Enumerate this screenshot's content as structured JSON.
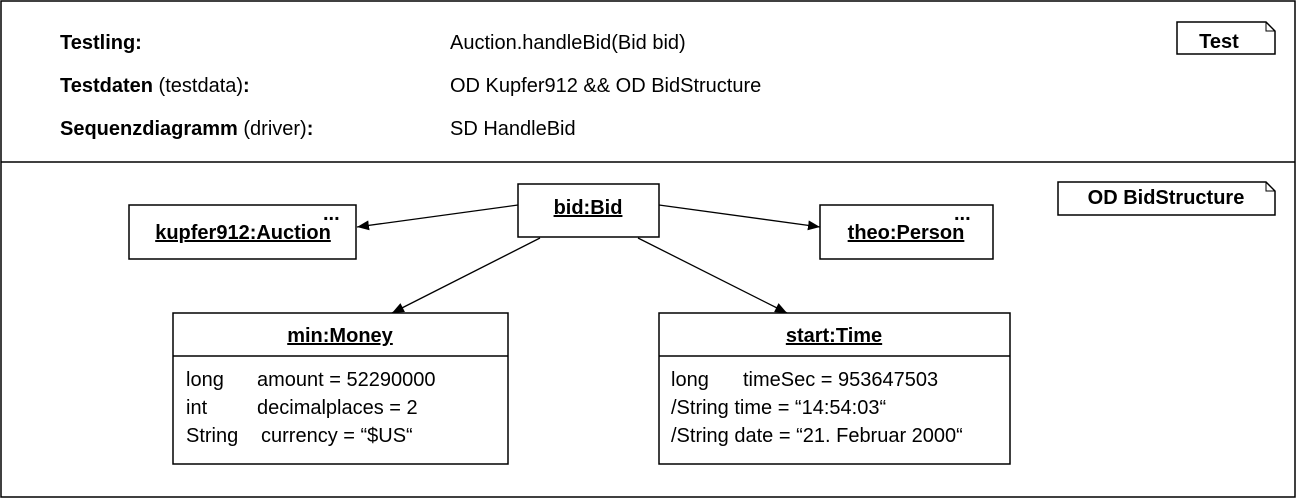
{
  "test_header": {
    "testling_label": "Testling:",
    "testling_value": "Auction.handleBid(Bid bid)",
    "testdaten_label": "Testdaten",
    "testdaten_paren": "(testdata)",
    "testdaten_colon": ":",
    "testdaten_value": "OD Kupfer912 && OD BidStructure",
    "sequenz_label": "Sequenzdiagramm",
    "sequenz_paren": "(driver)",
    "sequenz_colon": ":",
    "sequenz_value": "SD HandleBid",
    "tag": "Test"
  },
  "object_diagram": {
    "tag": "OD BidStructure",
    "objects": {
      "bid": {
        "name": "bid:Bid"
      },
      "auction": {
        "name": "kupfer912:Auction",
        "ellipsis": "..."
      },
      "person": {
        "name": "theo:Person",
        "ellipsis": "..."
      },
      "money": {
        "name": "min:Money",
        "attributes": [
          {
            "type": "long",
            "decl": "amount = 52290000"
          },
          {
            "type": "int",
            "decl": "decimalplaces = 2"
          },
          {
            "type": "String",
            "decl": "currency = “$US“"
          }
        ]
      },
      "time": {
        "name": "start:Time",
        "attributes": [
          {
            "type": "long",
            "decl": "timeSec = 953647503"
          },
          {
            "type": "",
            "decl": "/String time = “14:54:03“"
          },
          {
            "type": "",
            "decl": "/String date = “21. Februar 2000“"
          }
        ]
      }
    }
  }
}
